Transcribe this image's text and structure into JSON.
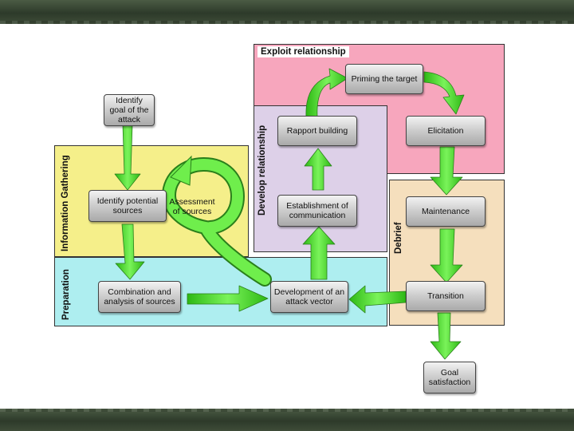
{
  "regions": {
    "exploit": "Exploit relationship",
    "develop": "Develop relationship",
    "info": "Information Gathering",
    "preparation": "Preparation",
    "debrief": "Debrief"
  },
  "nodes": {
    "identify_goal": "Identify goal of the attack",
    "identify_sources": "Identify potential sources",
    "assessment": "Assessment of sources",
    "combination": "Combination and analysis of sources",
    "attack_vector": "Development of an attack vector",
    "establishment": "Establishment of communication",
    "rapport": "Rapport building",
    "priming": "Priming the target",
    "elicitation": "Elicitation",
    "maintenance": "Maintenance",
    "transition": "Transition",
    "goal_satisfaction": "Goal satisfaction"
  },
  "colors": {
    "exploit": "#f7a6bd",
    "develop": "#ddd0e8",
    "info": "#f5ef8a",
    "preparation": "#aeeef0",
    "debrief": "#f5dfbd",
    "arrow": "#54e231"
  }
}
